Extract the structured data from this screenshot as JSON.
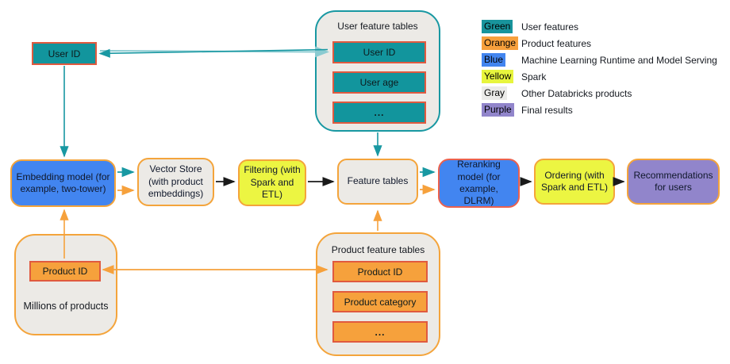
{
  "colors": {
    "teal_fill": "#12959D",
    "teal_line": "#1898A2",
    "teal_line_light": "#8BCBD1",
    "red_box_border": "#E05A3F",
    "orange": "#F6A13C",
    "orange_node_border": "#F4A43B",
    "salmon_border": "#EB614E",
    "blue": "#4285F0",
    "yellow": "#ECF542",
    "gray_container": "#ECEAE6",
    "purple": "#9185CB",
    "black_line": "#1a1a1a"
  },
  "top_left_user_id": {
    "label": "User ID"
  },
  "user_feature_tables": {
    "title": "User feature tables",
    "rows": [
      "User ID",
      "User age",
      "..."
    ]
  },
  "product_feature_tables": {
    "title": "Product feature tables",
    "rows": [
      "Product ID",
      "Product category",
      "..."
    ]
  },
  "millions_of_products": {
    "caption": "Millions of products",
    "row": "Product ID"
  },
  "pipeline": {
    "nodes": [
      {
        "label": "Embedding model (for example, two-tower)",
        "fill": "#4285F0",
        "border": "#F4A43B"
      },
      {
        "label": "Vector Store (with product embeddings)",
        "fill": "#ECEAE6",
        "border": "#F4A43B"
      },
      {
        "label": "Filtering (with Spark and ETL)",
        "fill": "#ECF542",
        "border": "#F4A43B"
      },
      {
        "label": "Feature tables",
        "fill": "#ECEAE6",
        "border": "#F4A43B"
      },
      {
        "label": "Reranking model (for example, DLRM)",
        "fill": "#4285F0",
        "border": "#EB614E"
      },
      {
        "label": "Ordering (with Spark and ETL)",
        "fill": "#ECF542",
        "border": "#F4A43B"
      },
      {
        "label": "Recommendations for users",
        "fill": "#9185CB",
        "border": "#F4A43B"
      }
    ]
  },
  "legend": {
    "items": [
      {
        "chip": "Green",
        "chip_color": "#18949C",
        "label": "User features"
      },
      {
        "chip": "Orange",
        "chip_color": "#F7A03C",
        "label": "Product features"
      },
      {
        "chip": "Blue",
        "chip_color": "#4285EF",
        "label": "Machine Learning Runtime and Model Serving"
      },
      {
        "chip": "Yellow",
        "chip_color": "#E7F53D",
        "label": "Spark"
      },
      {
        "chip": "Gray",
        "chip_color": "#EBEBE9",
        "label": "Other Databricks products"
      },
      {
        "chip": "Purple",
        "chip_color": "#9185CB",
        "label": "Final results"
      }
    ]
  }
}
